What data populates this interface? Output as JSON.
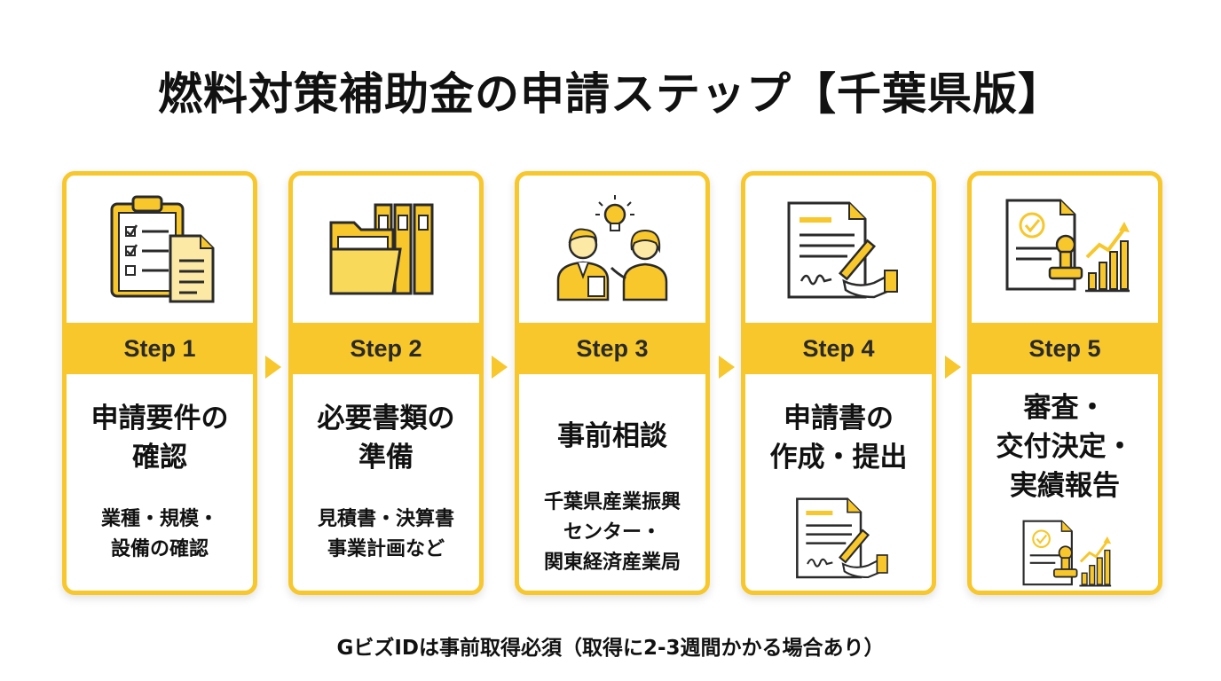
{
  "title": "燃料対策補助金の申請ステップ【千葉県版】",
  "colors": {
    "accent": "#f7c72b",
    "text": "#111111",
    "background": "#ffffff"
  },
  "steps": [
    {
      "label": "Step 1",
      "heading": [
        "申請要件の",
        "確認"
      ],
      "description": [
        "業種・規模・",
        "設備の確認"
      ],
      "icon": "clipboard-checklist-icon"
    },
    {
      "label": "Step 2",
      "heading": [
        "必要書類の",
        "準備"
      ],
      "description": [
        "見積書・決算書",
        "事業計画など"
      ],
      "icon": "folder-binders-icon"
    },
    {
      "label": "Step 3",
      "heading": [
        "事前相談"
      ],
      "description": [
        "千葉県産業振興",
        "センター・",
        "関東経済産業局"
      ],
      "icon": "consultation-people-icon"
    },
    {
      "label": "Step 4",
      "heading": [
        "申請書の",
        "作成・提出"
      ],
      "description": [],
      "icon": "document-signing-icon"
    },
    {
      "label": "Step 5",
      "heading": [
        "審査・",
        "交付決定・",
        "実績報告"
      ],
      "description": [],
      "icon": "approval-stamp-chart-icon"
    }
  ],
  "footnote": "GビズIDは事前取得必須（取得に2-3週間かかる場合あり）"
}
